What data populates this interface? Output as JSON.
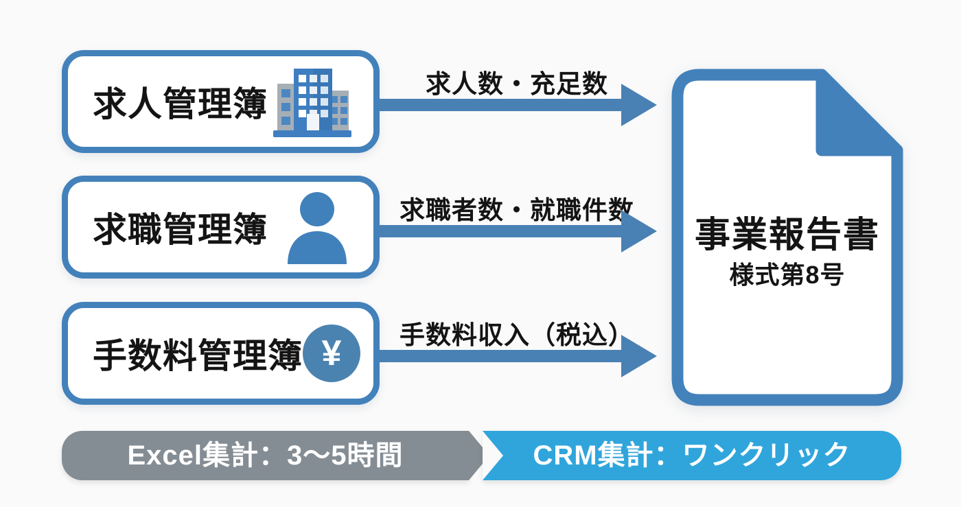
{
  "diagram": {
    "sources": [
      {
        "label": "求人管理簿",
        "icon": "building-icon"
      },
      {
        "label": "求職管理簿",
        "icon": "person-icon"
      },
      {
        "label": "手数料管理簿",
        "icon": "yen-icon"
      }
    ],
    "flows": [
      {
        "label": "求人数・充足数"
      },
      {
        "label": "求職者数・就職件数"
      },
      {
        "label": "手数料収入（税込）"
      }
    ],
    "output": {
      "title": "事業報告書",
      "subtitle": "様式第8号"
    },
    "comparison": {
      "excel_label": "Excel集計：3〜5時間",
      "crm_label": "CRM集計：ワンクリック"
    },
    "icons": {
      "yen_symbol": "¥"
    },
    "colors": {
      "box_border_blue": "#4381bb",
      "arrow_blue": "#4a81b4",
      "bottom_bar_gray": "#858d94",
      "bottom_bar_blue": "#30a5dc",
      "text_black": "#141414",
      "background": "#fafafa"
    }
  }
}
